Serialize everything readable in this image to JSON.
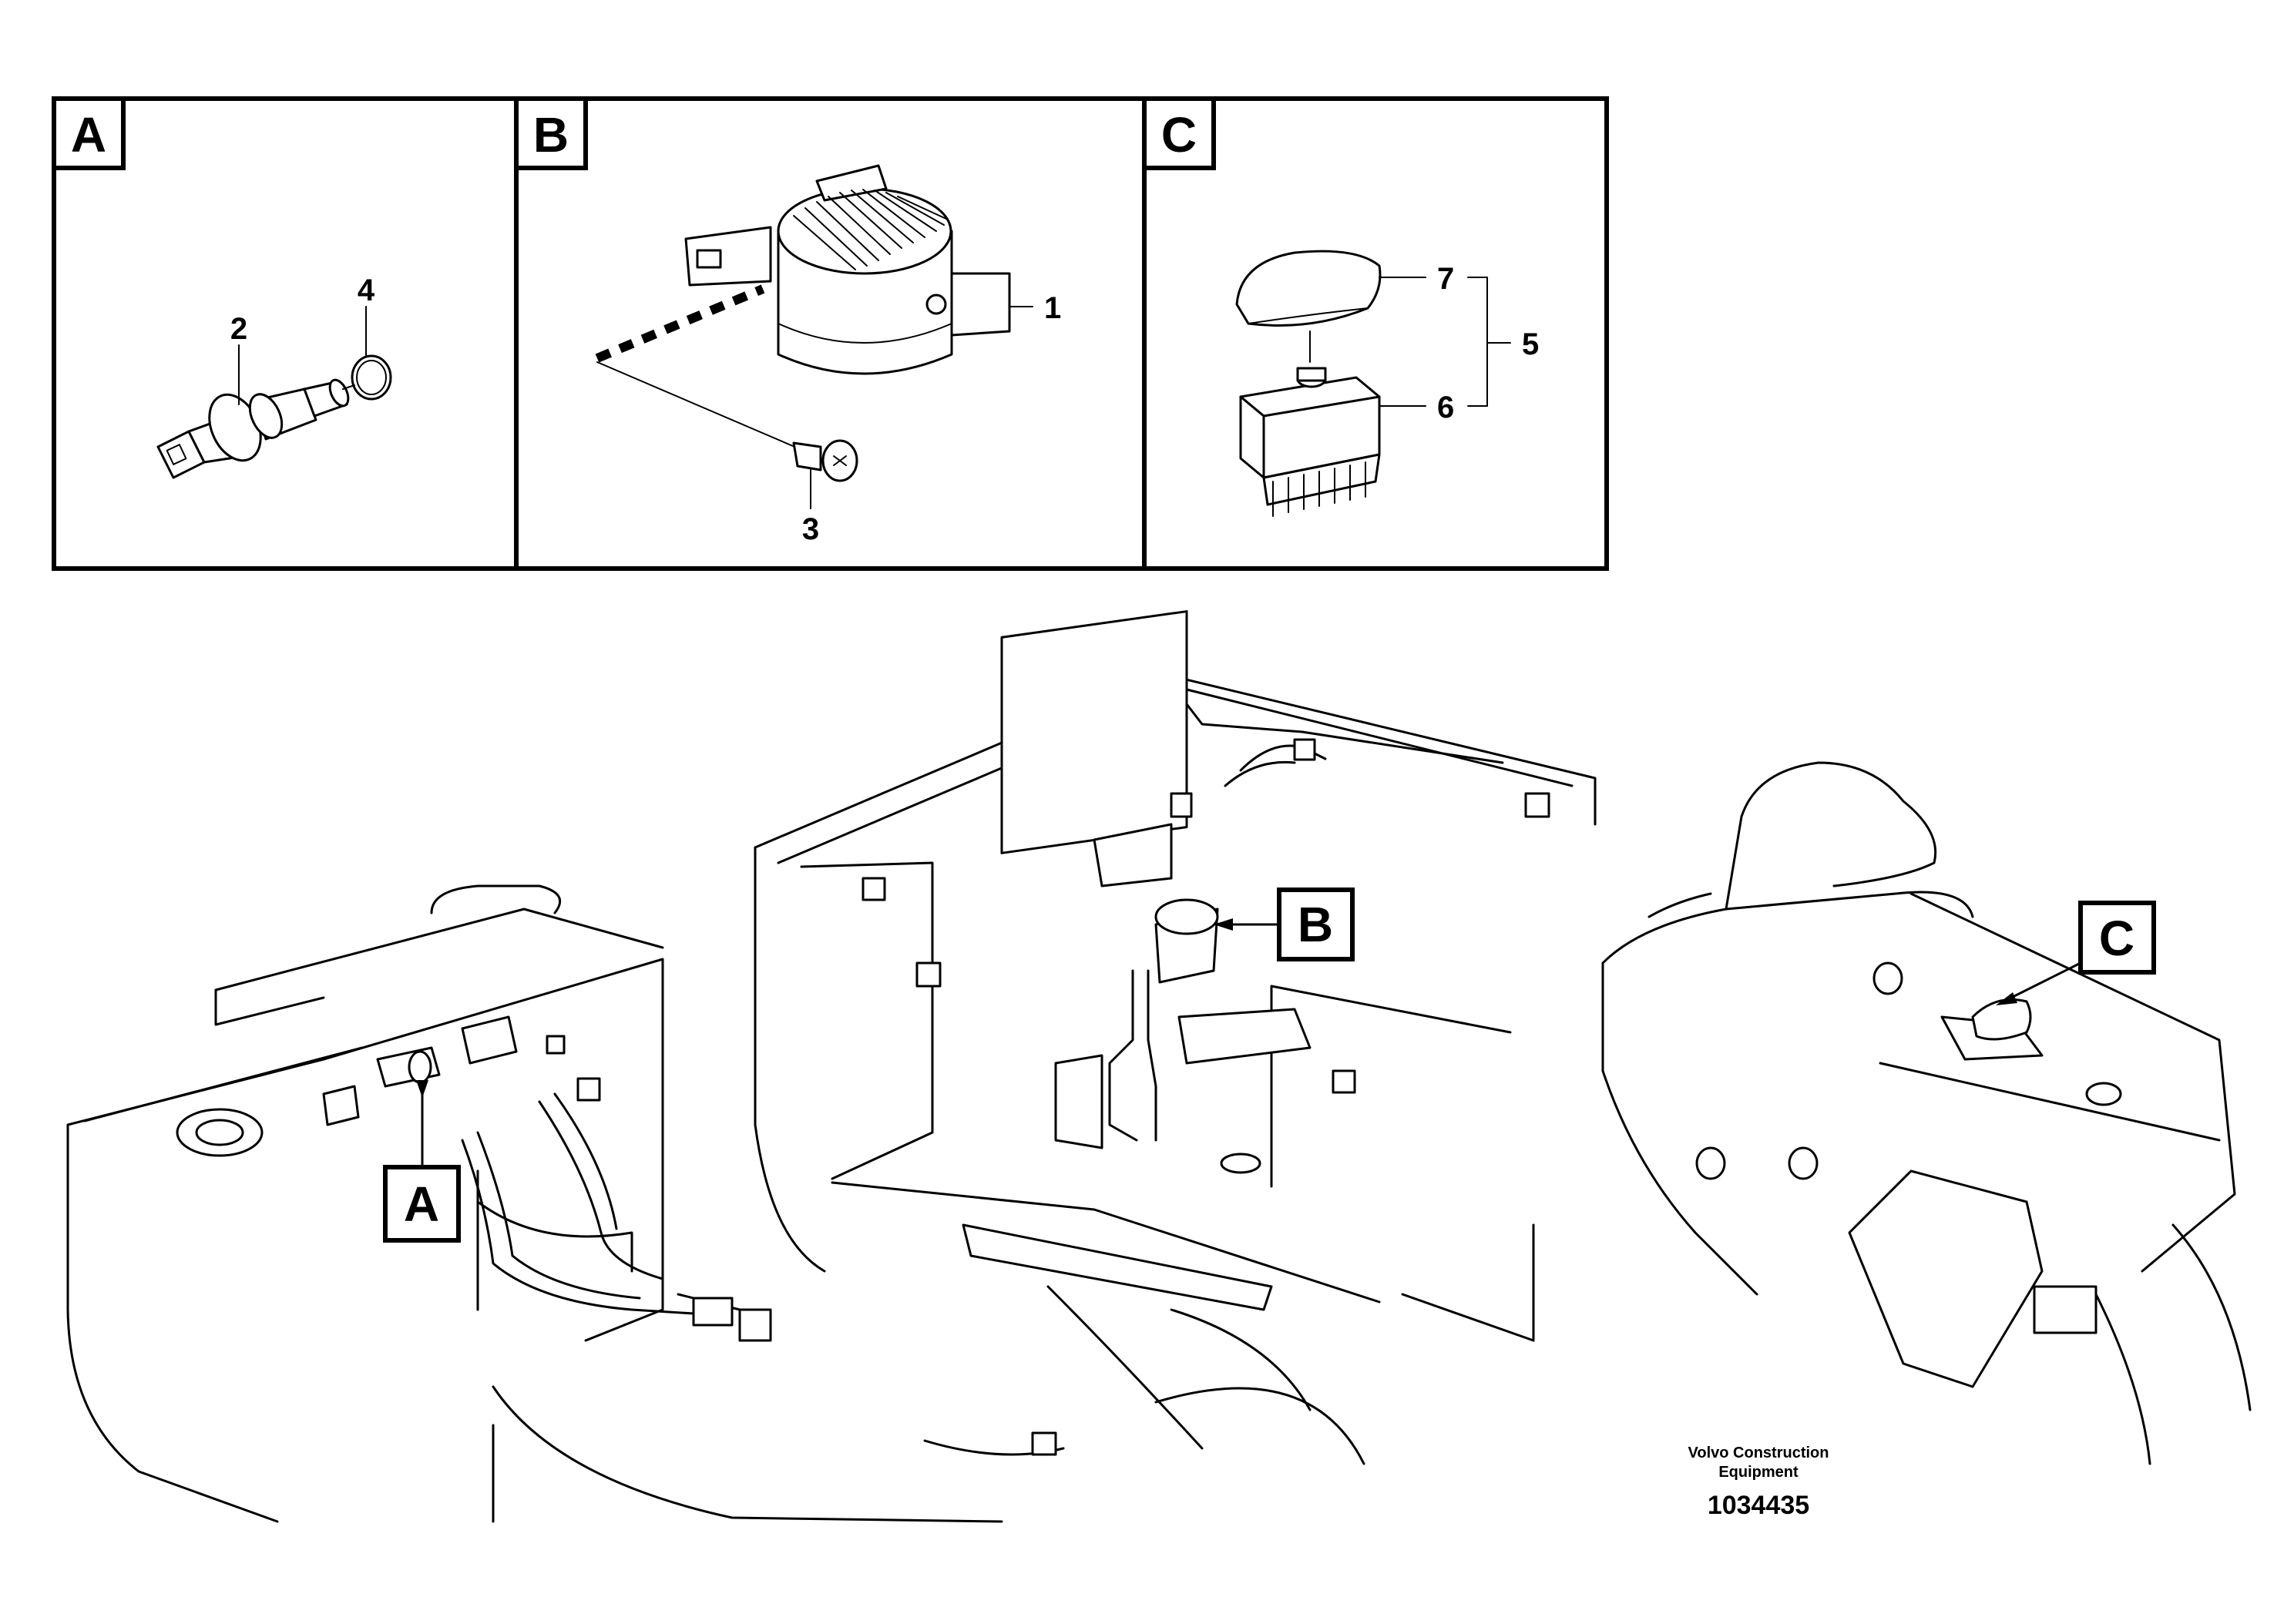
{
  "panels": [
    {
      "id": "A",
      "label": "A"
    },
    {
      "id": "B",
      "label": "B"
    },
    {
      "id": "C",
      "label": "C"
    }
  ],
  "callouts": {
    "a_2": "2",
    "a_4": "4",
    "b_1": "1",
    "b_3": "3",
    "c_7": "7",
    "c_5": "5",
    "c_6": "6"
  },
  "overview_tags": {
    "a": "A",
    "b": "B",
    "c": "C"
  },
  "footer": {
    "company_line1": "Volvo Construction",
    "company_line2": "Equipment",
    "drawing_number": "1034435"
  }
}
